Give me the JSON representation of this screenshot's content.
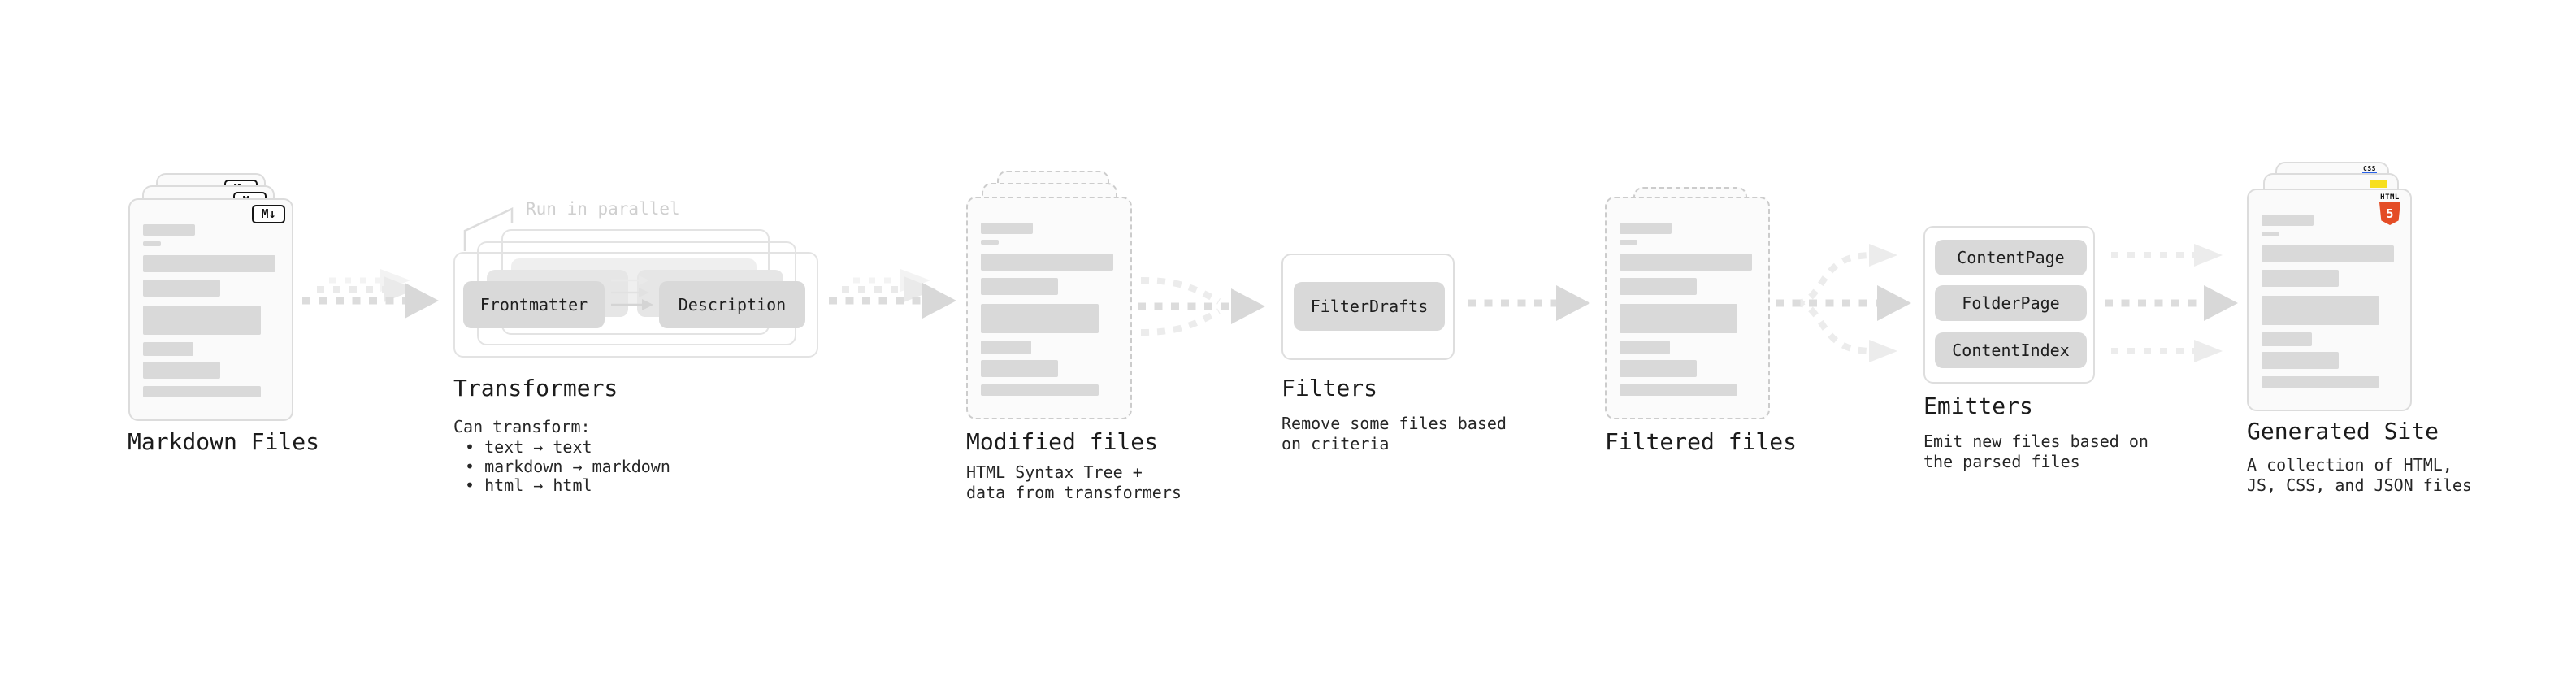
{
  "stages": {
    "markdown": {
      "label": "Markdown Files",
      "badge": "M↓"
    },
    "transformers": {
      "note": "Run in parallel",
      "node_left": "Frontmatter",
      "node_right": "Description",
      "label": "Transformers",
      "desc_title": "Can transform:",
      "bullets": [
        "• text → text",
        "• markdown → markdown",
        "• html → html"
      ]
    },
    "modified": {
      "label": "Modified files",
      "desc": [
        "HTML Syntax Tree +",
        "data from transformers"
      ]
    },
    "filters": {
      "node": "FilterDrafts",
      "label": "Filters",
      "desc": [
        "Remove some files based",
        "on criteria"
      ]
    },
    "filtered": {
      "label": "Filtered files"
    },
    "emitters": {
      "nodes": [
        "ContentPage",
        "FolderPage",
        "ContentIndex"
      ],
      "label": "Emitters",
      "desc": [
        "Emit new files based on",
        "the parsed files"
      ]
    },
    "generated": {
      "label": "Generated Site",
      "desc": [
        "A collection of HTML,",
        "JS, CSS, and JSON files"
      ],
      "css_badge": "CSS",
      "html_badge_word": "HTML",
      "html_badge_number": "5"
    }
  },
  "colors": {
    "html5_orange": "#e44d26",
    "js_yellow": "#f7df1e",
    "css_blue": "#2862e9",
    "placeholder_gray": "#d9d9d9"
  }
}
